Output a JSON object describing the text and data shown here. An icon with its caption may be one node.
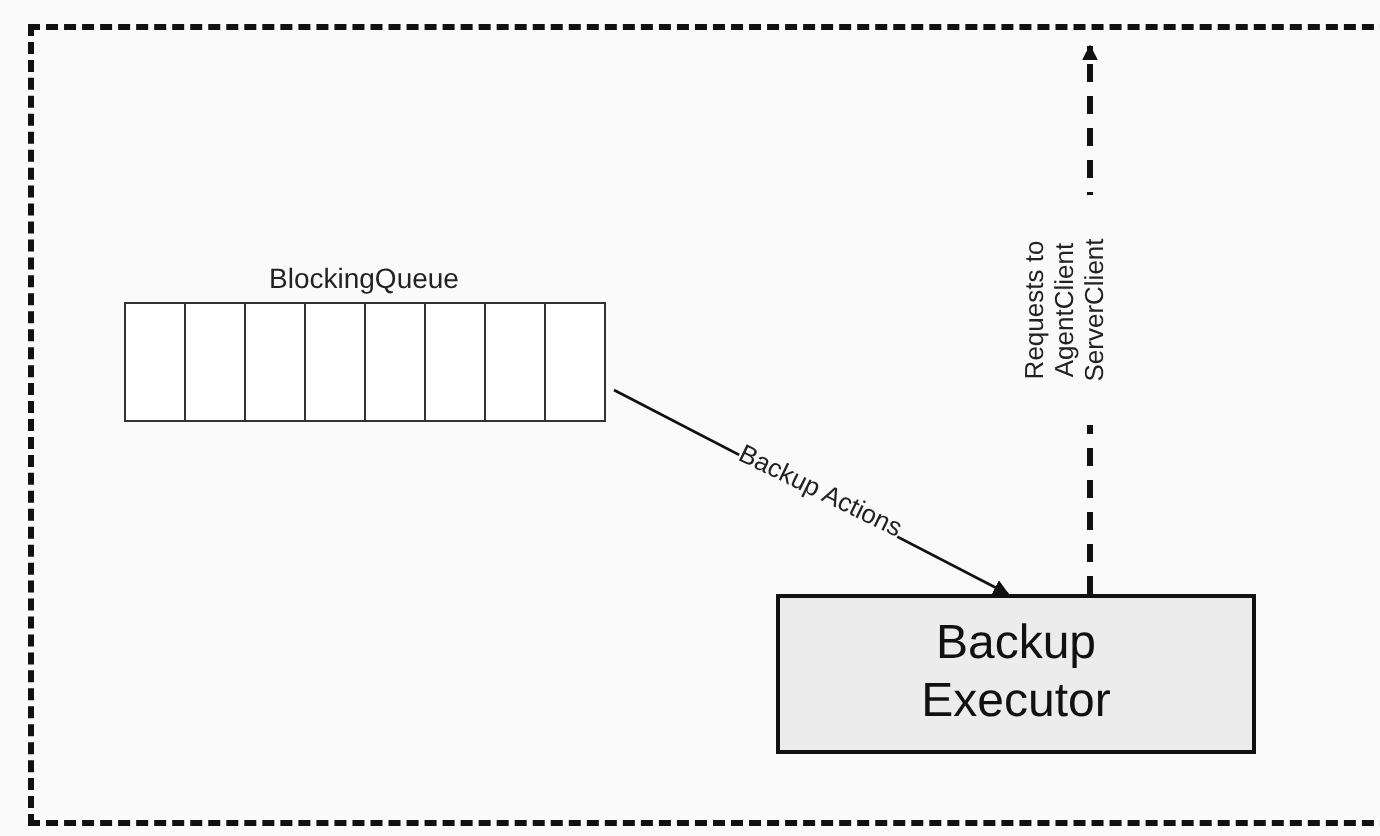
{
  "diagram": {
    "nodes": [
      {
        "text": [],
        "shape": "box"
      },
      {
        "text": [
          "BlockingQueue"
        ],
        "in": 0
      },
      {
        "text": [
          "Backup Executor"
        ],
        "in": 0
      }
    ],
    "edges": [
      {
        "from": 1,
        "to": 2,
        "arrow": "to",
        "label": "Backup Actions"
      },
      {
        "from": 2,
        "to": null,
        "arrow": "to",
        "style": "dashed",
        "label": "Requests to AgentClient ServerClient"
      }
    ]
  }
}
